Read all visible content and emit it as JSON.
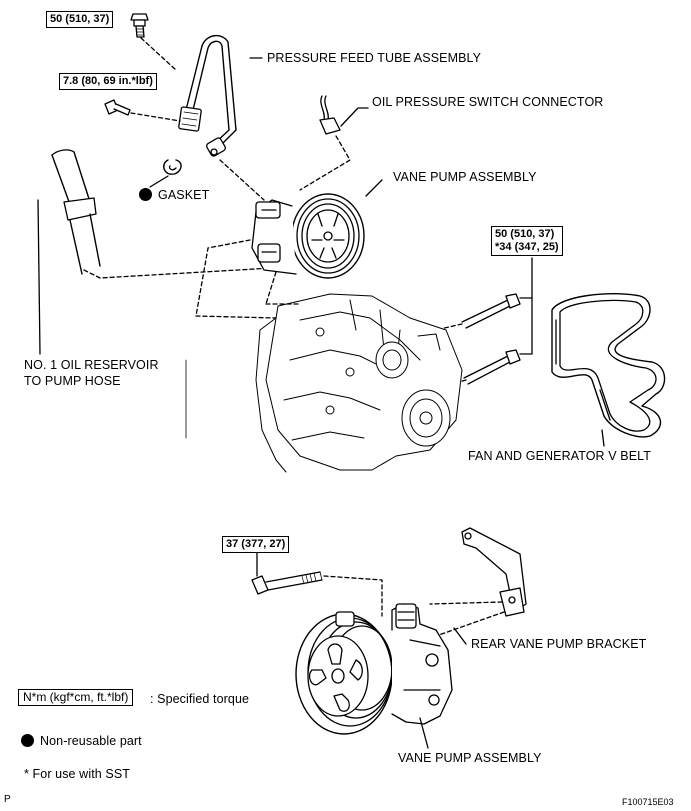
{
  "torque_specs": {
    "tube_union_bolt": "50 (510, 37)",
    "tube_clamp_bolt": "7.8 (80, 69 in.*lbf)",
    "pump_bolts_line1": "50 (510, 37)",
    "pump_bolts_line2": "*34 (347, 25)",
    "pump_through_bolt": "37 (377, 27)"
  },
  "labels": {
    "pressure_feed_tube": "PRESSURE FEED TUBE ASSEMBLY",
    "oil_pressure_switch": "OIL PRESSURE SWITCH CONNECTOR",
    "vane_pump_top": "VANE PUMP ASSEMBLY",
    "gasket": "GASKET",
    "reservoir_hose_line1": "NO. 1 OIL RESERVOIR",
    "reservoir_hose_line2": "TO PUMP HOSE",
    "fan_belt": "FAN AND GENERATOR V BELT",
    "rear_bracket": "REAR VANE PUMP BRACKET",
    "vane_pump_bottom": "VANE PUMP ASSEMBLY"
  },
  "legend": {
    "torque_units": "N*m (kgf*cm, ft.*lbf)",
    "torque_desc": ": Specified torque",
    "non_reusable": "Non-reusable part",
    "sst_note": "* For use with SST"
  },
  "corner": {
    "page_letter": "P",
    "figure_id": "F100715E03"
  }
}
